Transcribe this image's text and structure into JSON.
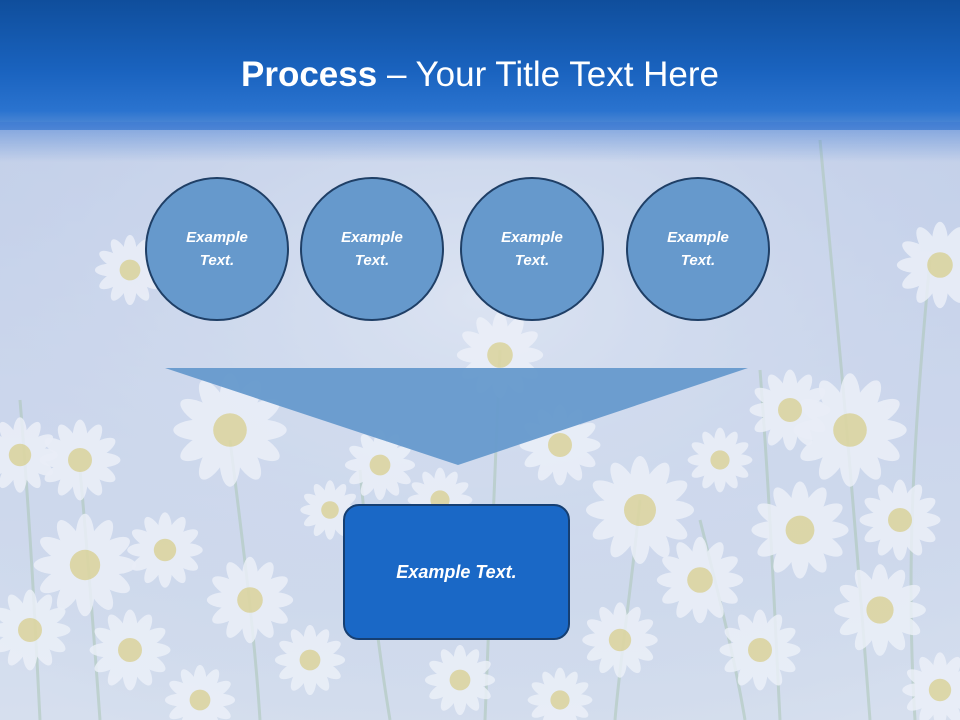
{
  "slide": {
    "title_bold": "Process",
    "title_rest": " – Your Title Text Here"
  },
  "steps": [
    {
      "label": "Example\nText."
    },
    {
      "label": "Example\nText."
    },
    {
      "label": "Example\nText."
    },
    {
      "label": "Example\nText."
    }
  ],
  "result": {
    "label": "Example Text."
  },
  "colors": {
    "header": "#1a63bf",
    "circle_fill": "#6699cc",
    "circle_border": "#1f3f66",
    "funnel": "#6699cc",
    "result_fill": "#1a68c6",
    "text": "#ffffff"
  }
}
